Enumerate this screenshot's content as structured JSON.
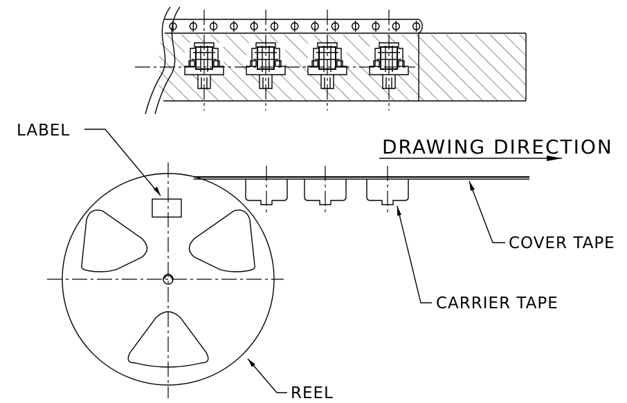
{
  "labels": {
    "label": "LABEL",
    "drawing_direction": "DRAWING DIRECTION",
    "cover_tape": "COVER TAPE",
    "carrier_tape": "CARRIER TAPE",
    "reel": "REEL"
  }
}
